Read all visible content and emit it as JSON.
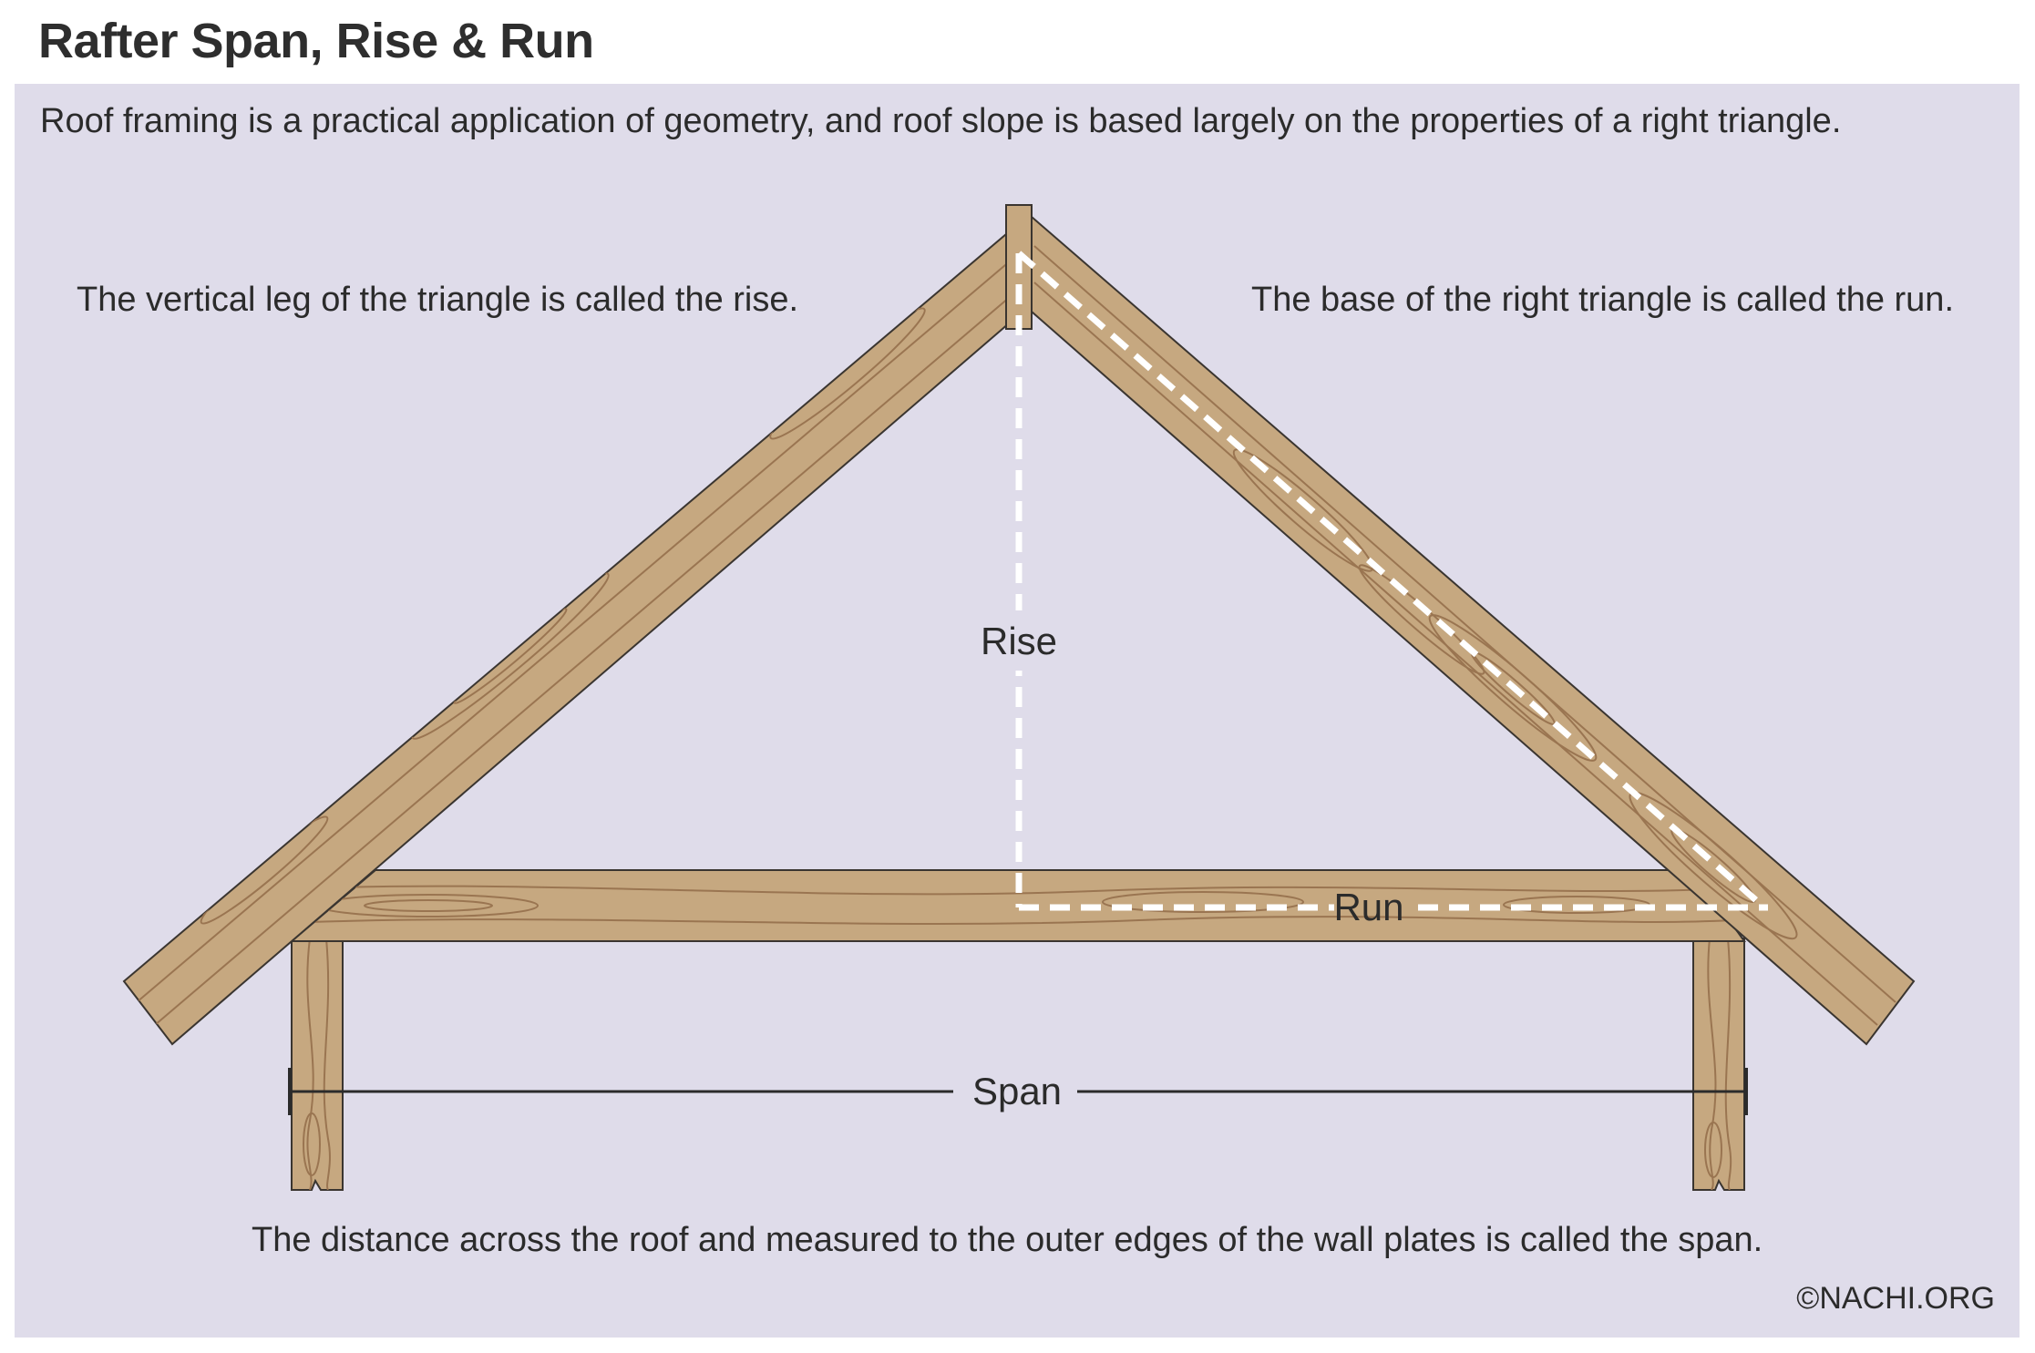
{
  "title": "Rafter Span, Rise & Run",
  "intro": "Roof framing is a practical application of geometry, and roof slope is based largely on the properties of a right triangle.",
  "notes": {
    "rise": "The vertical leg of the triangle is called the rise.",
    "run": "The base of the right triangle is called the run.",
    "span": "The distance across the roof and measured to the outer edges of the wall plates is called the span."
  },
  "labels": {
    "rise": "Rise",
    "run": "Run",
    "span": "Span"
  },
  "credit": "©NACHI.ORG",
  "colors": {
    "background_panel": "#dfdcea",
    "wood": "#c6a880",
    "wood_grain": "#9a7551",
    "outline": "#3a3530",
    "dashed_guide": "#ffffff",
    "text": "#2b2b2b"
  }
}
